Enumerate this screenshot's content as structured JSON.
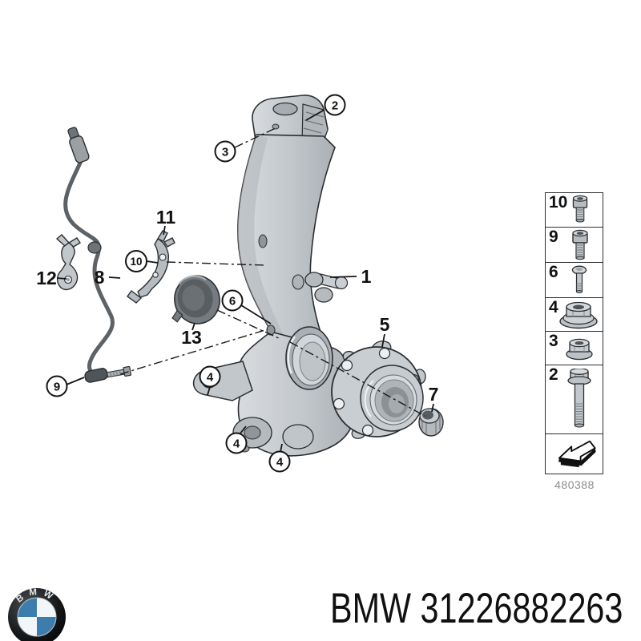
{
  "diagram": {
    "callouts": {
      "c1": "1",
      "c2": "2",
      "c3": "3",
      "c4": "4",
      "c5": "5",
      "c6": "6",
      "c7": "7",
      "c8": "8",
      "c9": "9",
      "c10": "10",
      "c11": "11",
      "c12": "12",
      "c13": "13"
    }
  },
  "legend": {
    "rows": [
      {
        "number": "10",
        "icon": "socket-head-bolt-icon"
      },
      {
        "number": "9",
        "icon": "socket-head-bolt-icon"
      },
      {
        "number": "6",
        "icon": "pan-head-screw-icon"
      },
      {
        "number": "4",
        "icon": "collar-nut-icon"
      },
      {
        "number": "3",
        "icon": "flange-nut-icon"
      },
      {
        "number": "2",
        "icon": "hex-flange-bolt-icon"
      }
    ],
    "footer_icon": "direction-arrow-icon",
    "diagram_number": "480388"
  },
  "footer": {
    "brand": "BMW",
    "part_number": "31226882263",
    "caption": "BMW 31226882263",
    "logo_letters": "BMW",
    "logo_icon": "bmw-roundel-logo"
  },
  "colors": {
    "background": "#ffffff",
    "outline": "#2b2f33",
    "metal_light": "#d6dadd",
    "metal": "#c2c7cb",
    "metal_dark": "#8f959a",
    "cover_dark": "#585e62",
    "logo_blue": "#3d7dad",
    "text": "#111111",
    "muted_text": "#8a8d90"
  }
}
